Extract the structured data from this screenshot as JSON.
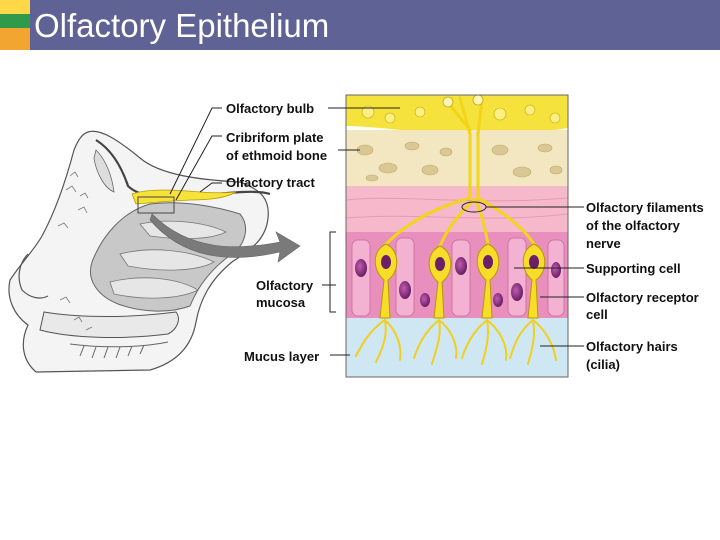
{
  "slide": {
    "title": "Olfactory Epithelium",
    "colors": {
      "title_bar": "#5f6294",
      "accent_orange": "#f2a531",
      "accent_green": "#2f9b4a",
      "accent_yellow": "#ffd84a"
    }
  },
  "labels": {
    "olfactory_bulb": "Olfactory bulb",
    "cribriform_plate_line1": "Cribriform plate",
    "cribriform_plate_line2": "of ethmoid bone",
    "olfactory_tract": "Olfactory tract",
    "olfactory_mucosa_line1": "Olfactory",
    "olfactory_mucosa_line2": "mucosa",
    "mucus_layer": "Mucus layer",
    "olfactory_filaments_line1": "Olfactory filaments",
    "olfactory_filaments_line2": "of the olfactory",
    "olfactory_filaments_line3": "nerve",
    "supporting_cell": "Supporting cell",
    "receptor_cell_line1": "Olfactory receptor",
    "receptor_cell_line2": "cell",
    "olfactory_hairs_line1": "Olfactory hairs",
    "olfactory_hairs_line2": "(cilia)"
  }
}
